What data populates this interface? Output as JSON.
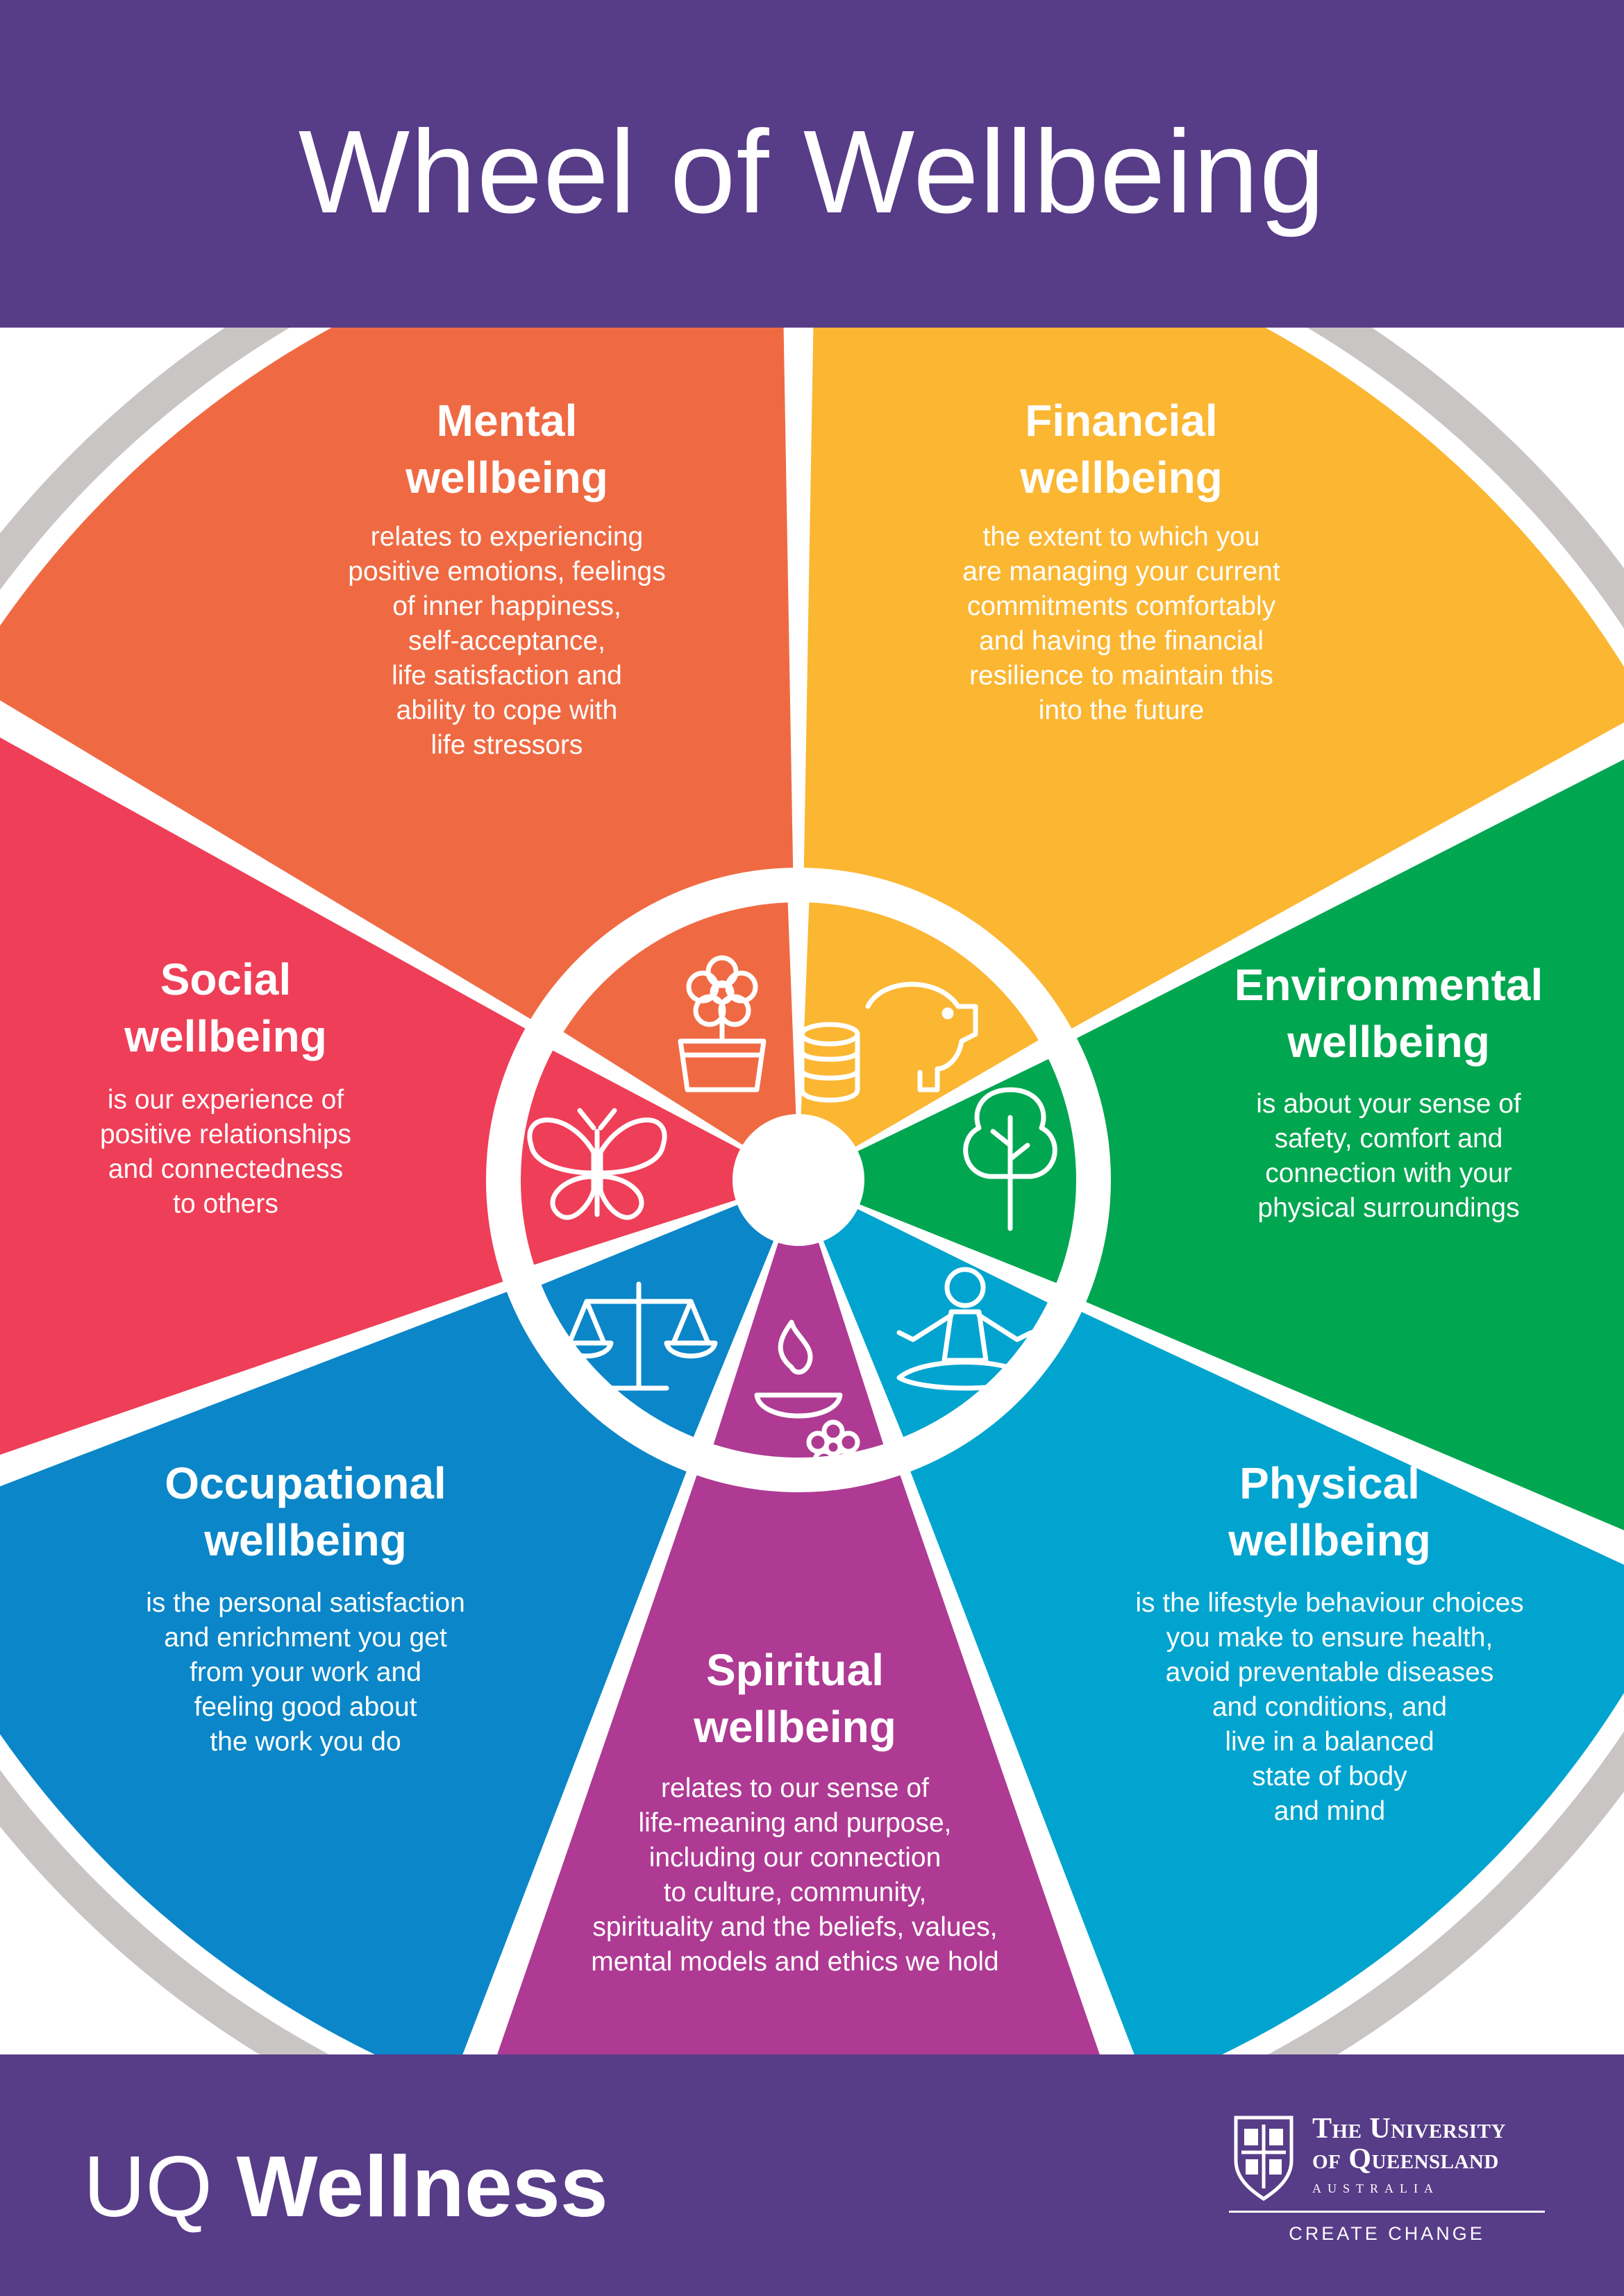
{
  "title": "Wheel of Wellbeing",
  "segments": {
    "mental": {
      "title": [
        "Mental",
        "wellbeing"
      ],
      "description": [
        "relates to experiencing",
        "positive emotions, feelings",
        "of inner happiness,",
        "self-acceptance,",
        "life satisfaction and",
        "ability to cope with",
        "life stressors"
      ],
      "color": "#ef6a43",
      "icon": "flower-pot-icon"
    },
    "financial": {
      "title": [
        "Financial",
        "wellbeing"
      ],
      "description": [
        "the extent to which you",
        "are managing your current",
        "commitments comfortably",
        "and having the financial",
        "resilience to maintain this",
        "into the future"
      ],
      "color": "#fbb632",
      "icon": "piggy-bank-icon"
    },
    "environmental": {
      "title": [
        "Environmental",
        "wellbeing"
      ],
      "description": [
        "is about your sense of",
        "safety, comfort and",
        "connection with your",
        "physical surroundings"
      ],
      "color": "#00a650",
      "icon": "tree-icon"
    },
    "physical": {
      "title": [
        "Physical",
        "wellbeing"
      ],
      "description": [
        "is the lifestyle behaviour choices",
        "you make to ensure health,",
        "avoid preventable diseases",
        "and conditions, and",
        "live in a balanced",
        "state of body",
        "and mind"
      ],
      "color": "#00a4cf",
      "icon": "meditation-icon"
    },
    "spiritual": {
      "title": [
        "Spiritual",
        "wellbeing"
      ],
      "description": [
        "relates to our sense of",
        "life-meaning and purpose,",
        "including our connection",
        "to culture, community,",
        "spirituality and the beliefs, values,",
        "mental models and ethics we hold"
      ],
      "color": "#ae3a93",
      "icon": "candle-flower-icon"
    },
    "occupational": {
      "title": [
        "Occupational",
        "wellbeing"
      ],
      "description": [
        "is the personal satisfaction",
        "and enrichment you get",
        "from your work and",
        "feeling good about",
        "the work you do"
      ],
      "color": "#0b86c8",
      "icon": "scales-icon"
    },
    "social": {
      "title": [
        "Social",
        "wellbeing"
      ],
      "description": [
        "is our experience of",
        "positive relationships",
        "and connectedness",
        "to others"
      ],
      "color": "#ef3e57",
      "icon": "butterfly-icon"
    }
  },
  "outer_ring_color": "#c9c5c4",
  "brand": {
    "uq": "UQ",
    "wellness": " Wellness"
  },
  "university": {
    "name_line1": "The University",
    "name_line2": "of Queensland",
    "country": "AUSTRALIA",
    "tagline": "CREATE CHANGE"
  },
  "colors": {
    "header": "#573c88",
    "footer": "#573c88",
    "text": "#ffffff"
  }
}
